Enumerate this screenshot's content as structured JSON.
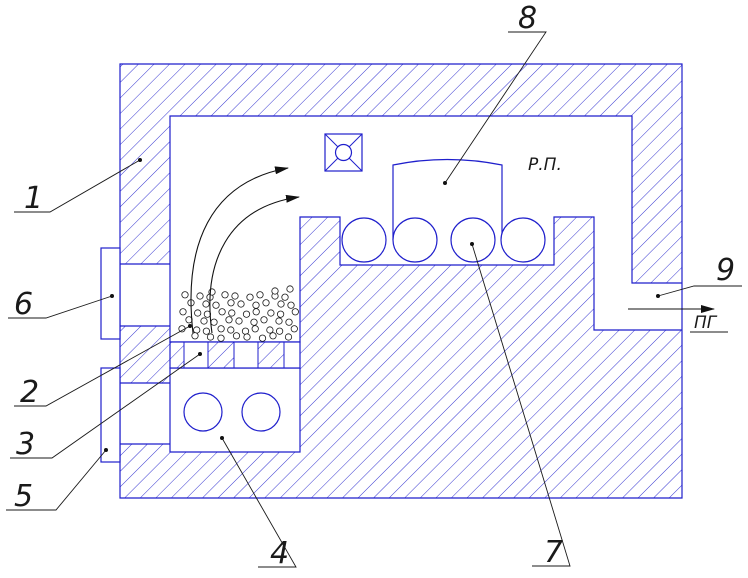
{
  "colors": {
    "outline": "#1f1fcc",
    "hatch": "#1f1fcc",
    "leader": "#1a1a1a",
    "text": "#1a1a1a"
  },
  "callouts": {
    "c1": "1",
    "c2": "2",
    "c3": "3",
    "c4": "4",
    "c5": "5",
    "c6": "6",
    "c7": "7",
    "c8": "8",
    "c9": "9"
  },
  "labels": {
    "workspace": "Р.П.",
    "flue_gas": "ПГ"
  },
  "icons": {
    "burner_box": "square-with-circle-icon",
    "flow_arrow": "curved-arrow-icon",
    "exhaust_arrow": "straight-arrow-icon"
  }
}
